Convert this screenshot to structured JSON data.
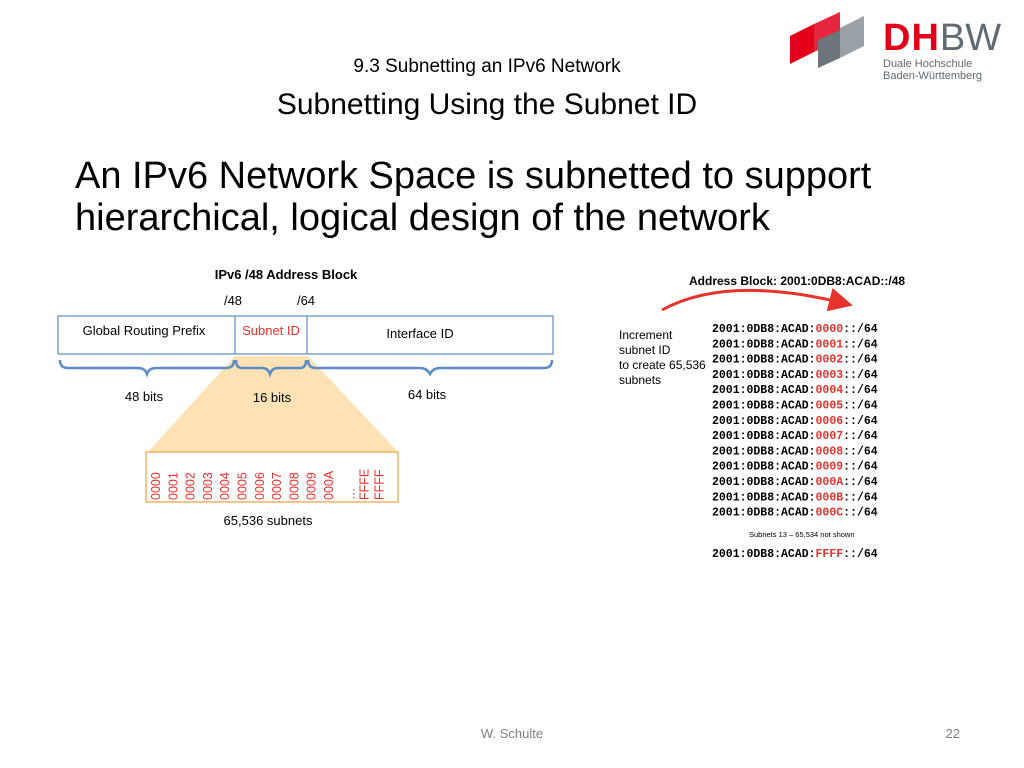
{
  "header": {
    "subtitle": "9.3 Subnetting an IPv6 Network",
    "title": "Subnetting Using the Subnet ID"
  },
  "logo": {
    "dh": "DH",
    "bw": "BW",
    "line1": "Duale Hochschule",
    "line2": "Baden-Württemberg",
    "colors": {
      "red": "#e2001a",
      "gray": "#5f6a72"
    }
  },
  "body": {
    "text": "An IPv6 Network Space is subnetted to support hierarchical, logical design of the network"
  },
  "left_diagram": {
    "title": "IPv6 /48 Address  Block",
    "marker_48": "/48",
    "marker_64": "/64",
    "field_global": "Global Routing Prefix",
    "field_subnet": "Subnet ID",
    "field_interface": "Interface ID",
    "bits_global": "48 bits",
    "bits_subnet": "16 bits",
    "bits_interface": "64 bits",
    "subnet_values": [
      "0000",
      "0001",
      "0002",
      "0003",
      "0004",
      "0005",
      "0006",
      "0007",
      "0008",
      "0009",
      "000A"
    ],
    "subnet_ellipsis": "…",
    "subnet_values_end": [
      "FFFE",
      "FFFF"
    ],
    "subnet_count": "65,536 subnets",
    "colors": {
      "accent": "#e8322c",
      "box_border": "#5b8cc6",
      "highlight": "#fbd89c"
    }
  },
  "right_diagram": {
    "title": "Address Block: 2001:0DB8:ACAD::/48",
    "note": "Increment subnet ID to create 65,536 subnets",
    "prefix": "2001:0DB8:ACAD:",
    "suffix": "::/64",
    "subnets": [
      "0000",
      "0001",
      "0002",
      "0003",
      "0004",
      "0005",
      "0006",
      "0007",
      "0008",
      "0009",
      "000A",
      "000B",
      "000C"
    ],
    "not_shown": "Subnets 13 – 65,534 not shown",
    "last_subnet": "FFFF"
  },
  "footer": {
    "author": "W. Schulte",
    "page": "22"
  }
}
